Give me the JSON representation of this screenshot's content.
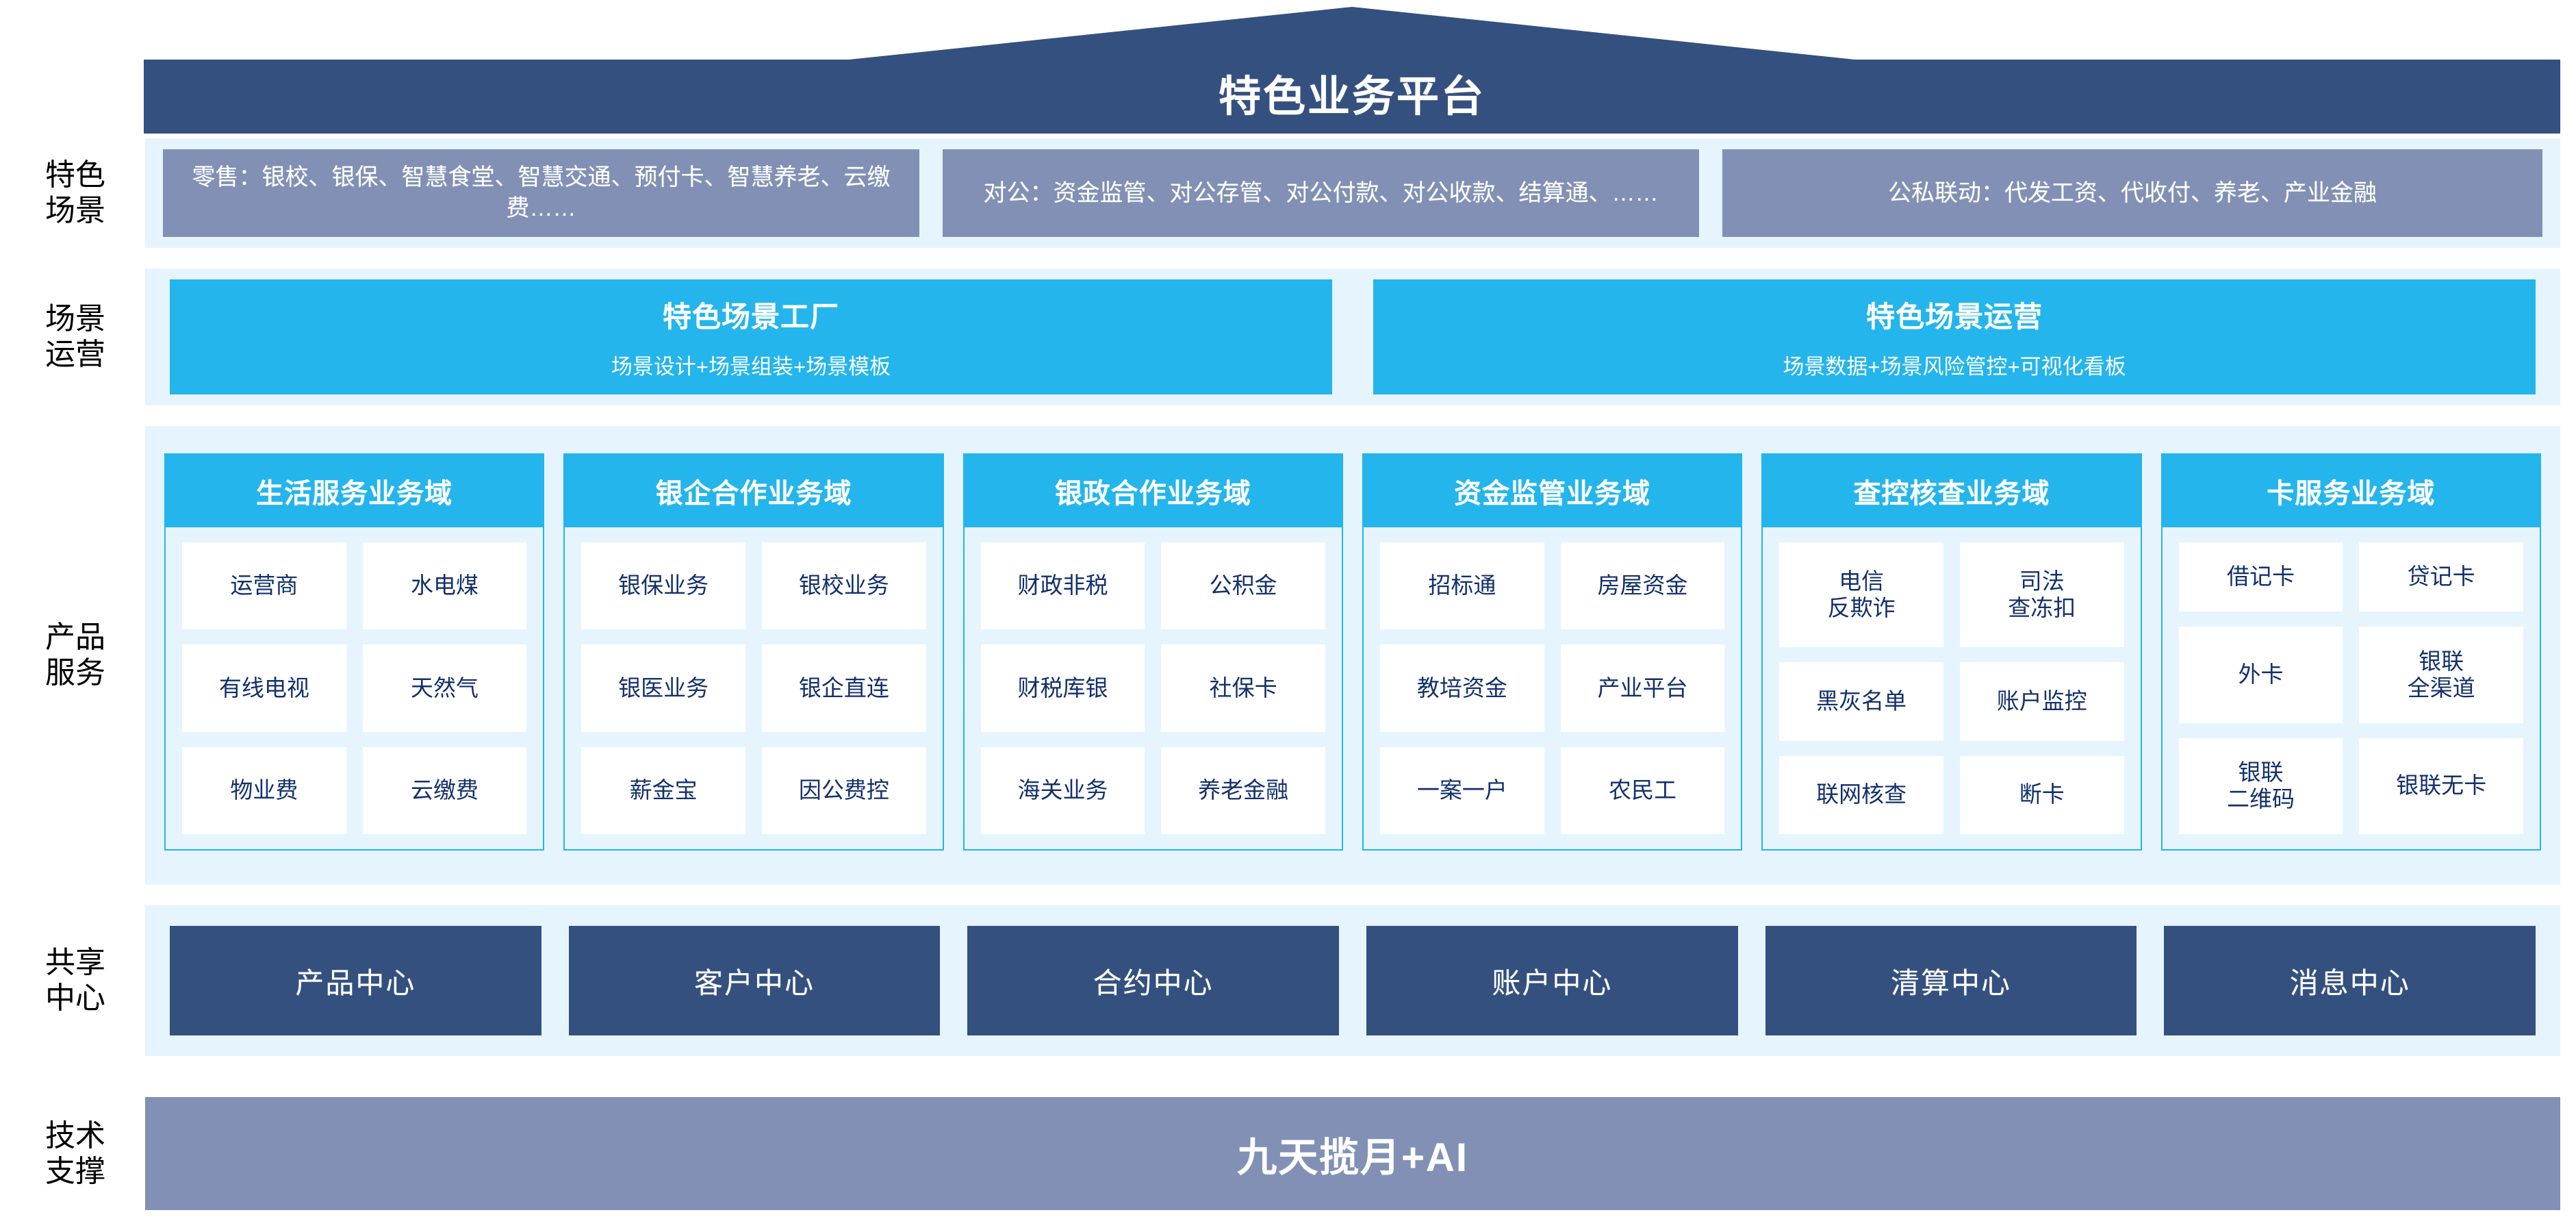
{
  "title": "特色业务平台",
  "colors": {
    "roof": "#34507f",
    "band_bg": "#e6f5fd",
    "scene_box": "#8190b4",
    "cyan": "#23b5ec",
    "navy": "#34507f",
    "text_navy": "#13306b",
    "tech_bar": "#8190b4"
  },
  "rows": {
    "scene": {
      "label_line1": "特色",
      "label_line2": "场景"
    },
    "ops": {
      "label_line1": "场景",
      "label_line2": "运营"
    },
    "products": {
      "label_line1": "产品",
      "label_line2": "服务"
    },
    "shared": {
      "label_line1": "共享",
      "label_line2": "中心"
    },
    "tech": {
      "label_line1": "技术",
      "label_line2": "支撑"
    }
  },
  "scene_boxes": [
    "零售：银校、银保、智慧食堂、智慧交通、预付卡、智慧养老、云缴费……",
    "对公：资金监管、对公存管、对公付款、对公收款、结算通、……",
    "公私联动：代发工资、代收付、养老、产业金融"
  ],
  "ops_boxes": [
    {
      "title": "特色场景工厂",
      "subtitle": "场景设计+场景组装+场景模板"
    },
    {
      "title": "特色场景运营",
      "subtitle": "场景数据+场景风险管控+可视化看板"
    }
  ],
  "product_domains": [
    {
      "title": "生活服务业务域",
      "items": [
        "运营商",
        "水电煤",
        "有线电视",
        "天然气",
        "物业费",
        "云缴费"
      ]
    },
    {
      "title": "银企合作业务域",
      "items": [
        "银保业务",
        "银校业务",
        "银医业务",
        "银企直连",
        "薪金宝",
        "因公费控"
      ]
    },
    {
      "title": "银政合作业务域",
      "items": [
        "财政非税",
        "公积金",
        "财税库银",
        "社保卡",
        "海关业务",
        "养老金融"
      ]
    },
    {
      "title": "资金监管业务域",
      "items": [
        "招标通",
        "房屋资金",
        "教培资金",
        "产业平台",
        "一案一户",
        "农民工"
      ]
    },
    {
      "title": "查控核查业务域",
      "items": [
        "电信\n反欺诈",
        "司法\n查冻扣",
        "黑灰名单",
        "账户监控",
        "联网核查",
        "断卡"
      ]
    },
    {
      "title": "卡服务业务域",
      "items": [
        "借记卡",
        "贷记卡",
        "外卡",
        "银联\n全渠道",
        "银联\n二维码",
        "银联无卡"
      ]
    }
  ],
  "shared_centers": [
    "产品中心",
    "客户中心",
    "合约中心",
    "账户中心",
    "清算中心",
    "消息中心"
  ],
  "tech_support": "九天揽月+AI"
}
